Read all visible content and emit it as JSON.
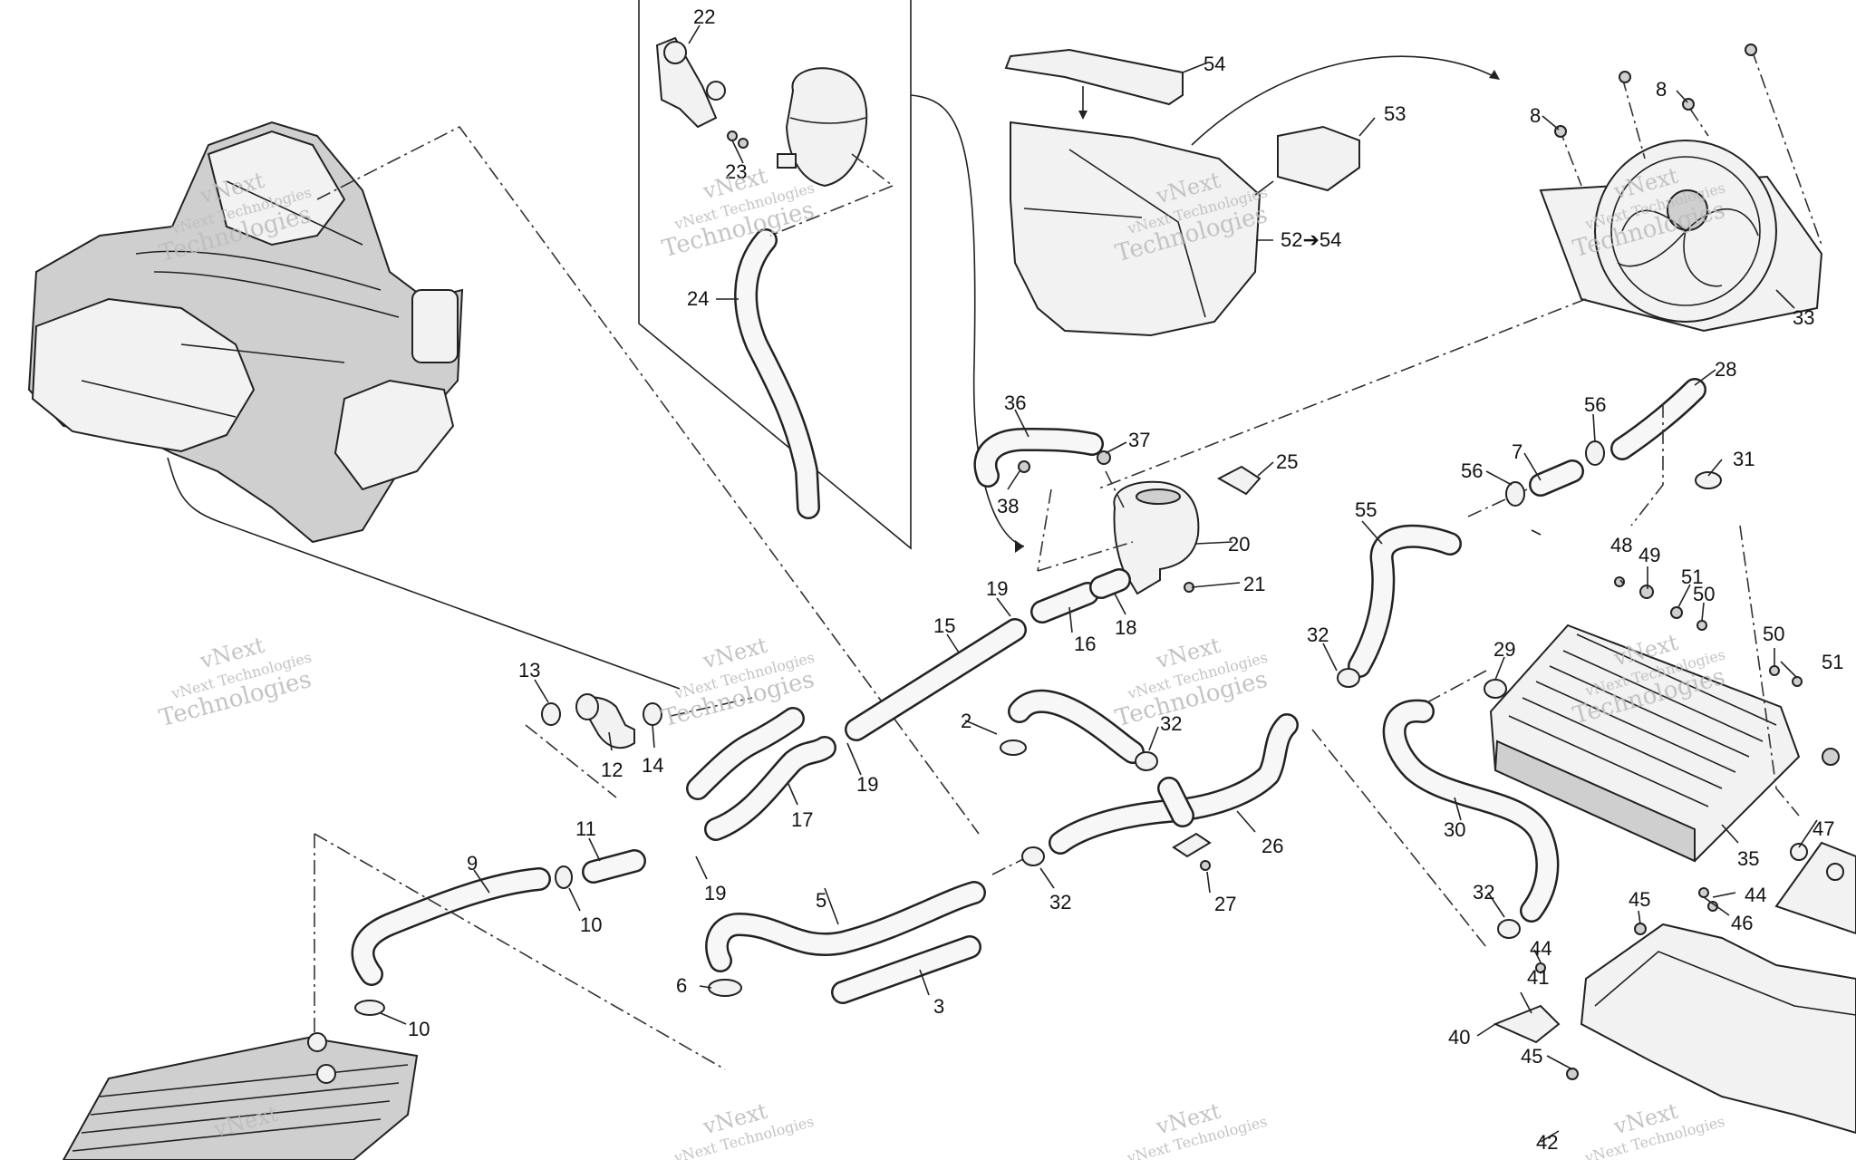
{
  "diagram": {
    "watermark_line1": "vNext",
    "watermark_line2": "vNext Technologies",
    "watermark_line3": "Technologies",
    "labels": {
      "l2": "2",
      "l3": "3",
      "l5": "5",
      "l6": "6",
      "l7": "7",
      "l8a": "8",
      "l8b": "8",
      "l9": "9",
      "l10a": "10",
      "l10b": "10",
      "l11": "11",
      "l12": "12",
      "l13": "13",
      "l14": "14",
      "l15": "15",
      "l16": "16",
      "l17": "17",
      "l18": "18",
      "l19a": "19",
      "l19b": "19",
      "l19c": "19",
      "l20": "20",
      "l21": "21",
      "l22": "22",
      "l23": "23",
      "l24": "24",
      "l25": "25",
      "l26": "26",
      "l27": "27",
      "l28": "28",
      "l29": "29",
      "l30": "30",
      "l31": "31",
      "l32a": "32",
      "l32b": "32",
      "l32c": "32",
      "l32d": "32",
      "l33": "33",
      "l35": "35",
      "l36": "36",
      "l37": "37",
      "l38": "38",
      "l40": "40",
      "l41": "41",
      "l42": "42",
      "l44a": "44",
      "l44b": "44",
      "l45a": "45",
      "l45b": "45",
      "l46": "46",
      "l47": "47",
      "l48": "48",
      "l49": "49",
      "l50a": "50",
      "l50b": "50",
      "l51a": "51",
      "l51b": "51",
      "l52": "52➔54",
      "l53": "53",
      "l54": "54",
      "l55": "55",
      "l56a": "56",
      "l56b": "56"
    }
  }
}
